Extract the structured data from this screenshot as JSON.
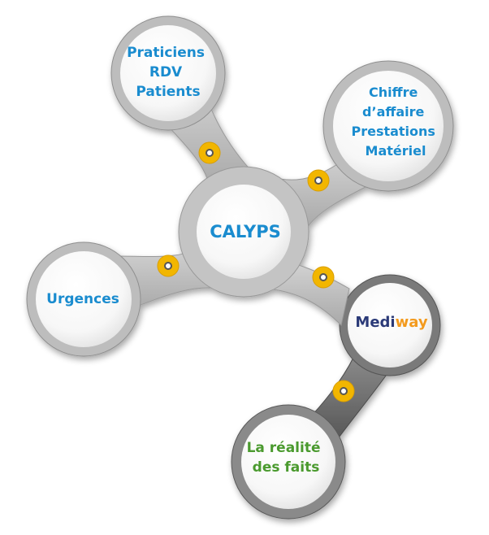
{
  "colors": {
    "blue_text": "#1a8ccf",
    "green_text": "#4a9a2e",
    "mediway_navy": "#2b3a78",
    "mediway_orange": "#f39a1d",
    "connector_gold": "#f2b600",
    "frame_gray": "#bdbdbd",
    "frame_dark": "#6f6f6f"
  },
  "center": {
    "label": "CALYPS"
  },
  "nodes": {
    "top": {
      "lines": [
        "Praticiens",
        "RDV",
        "Patients"
      ]
    },
    "right": {
      "lines": [
        "Chiffre",
        "d’affaire",
        "Prestations",
        "Matériel"
      ]
    },
    "left": {
      "lines": [
        "Urgences"
      ]
    },
    "mediway": {
      "part1": "Medi",
      "part2": "way"
    },
    "bottom": {
      "lines": [
        "La réalité",
        "des faits"
      ]
    }
  }
}
